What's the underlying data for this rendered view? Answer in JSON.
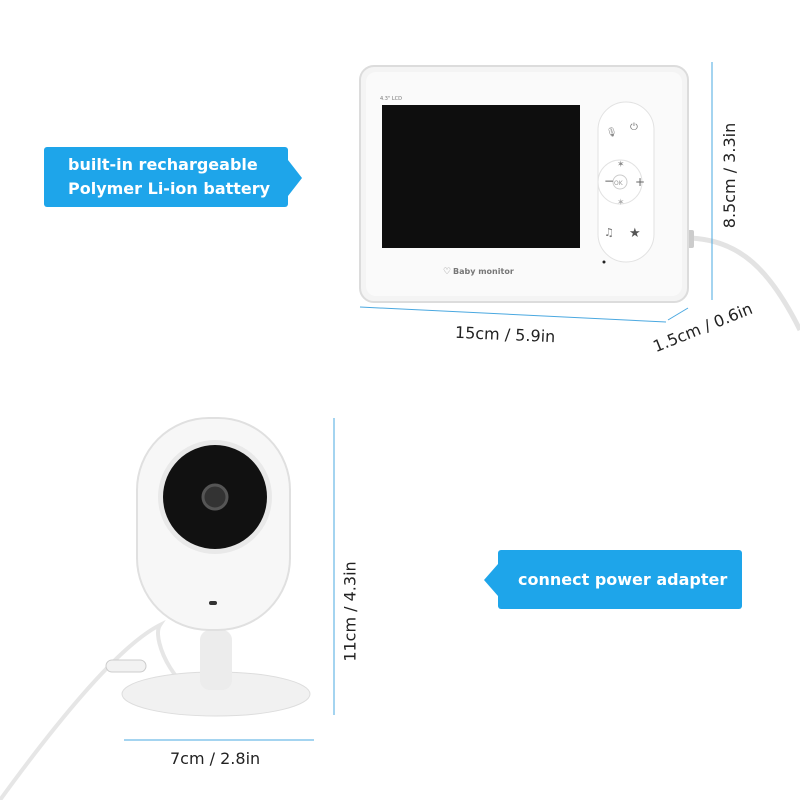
{
  "callouts": {
    "battery": [
      "built-in rechargeable",
      "Polymer Li-ion battery"
    ],
    "power": "connect power adapter"
  },
  "monitor": {
    "lcd_label": "4.3\" LCD",
    "brand": "Baby monitor",
    "ok_label": "OK",
    "width_dim": "15cm / 5.9in",
    "height_dim": "8.5cm / 3.3in",
    "depth_dim": "1.5cm / 0.6in"
  },
  "camera": {
    "height_dim": "11cm / 4.3in",
    "width_dim": "7cm / 2.8in"
  },
  "colors": {
    "accent": "#1ea5ea",
    "dimension_line": "#4aa8e0"
  }
}
